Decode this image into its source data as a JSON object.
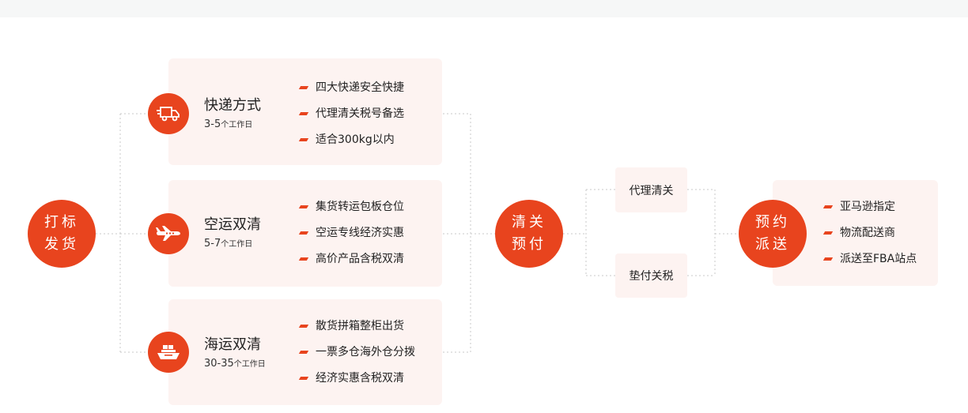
{
  "start_node": {
    "line1": "打标",
    "line2": "发货"
  },
  "methods": [
    {
      "title": "快递方式",
      "days": "3-5",
      "unit": "个工作日",
      "icon": "truck-icon",
      "bullets": [
        "四大快递安全快捷",
        "代理清关税号备选",
        "适合300kg以内"
      ]
    },
    {
      "title": "空运双清",
      "days": "5-7",
      "unit": "个工作日",
      "icon": "airplane-icon",
      "bullets": [
        "集货转运包板仓位",
        "空运专线经济实惠",
        "高价产品含税双清"
      ]
    },
    {
      "title": "海运双清",
      "days": "30-35",
      "unit": "个工作日",
      "icon": "ship-icon",
      "bullets": [
        "散货拼箱整柜出货",
        "一票多仓海外仓分拨",
        "经济实惠含税双清"
      ]
    }
  ],
  "clearance_node": {
    "line1": "清关",
    "line2": "预付"
  },
  "clearance_options": [
    "代理清关",
    "垫付关税"
  ],
  "delivery_node": {
    "line1": "预约",
    "line2": "派送"
  },
  "delivery_bullets": [
    "亚马逊指定",
    "物流配送商",
    "派送至FBA站点"
  ],
  "colors": {
    "accent": "#e8441e",
    "card_bg": "#fdf3f1",
    "line": "#c8c8c8"
  }
}
